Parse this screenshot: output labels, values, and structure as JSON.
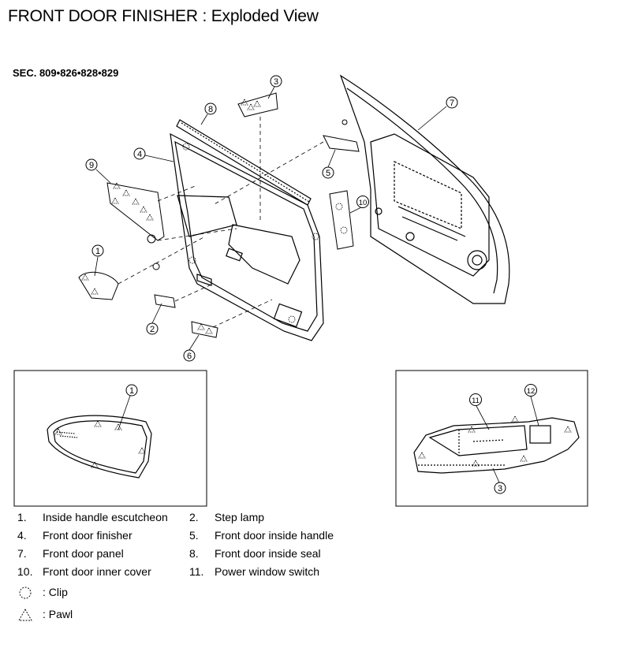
{
  "title": "FRONT DOOR FINISHER : Exploded View",
  "section_label": "SEC. 809•826•828•829",
  "callouts": [
    "1",
    "2",
    "3",
    "4",
    "5",
    "6",
    "7",
    "8",
    "9",
    "10",
    "11",
    "12"
  ],
  "inset_left_callouts": [
    "1"
  ],
  "inset_right_callouts": [
    "11",
    "12",
    "3"
  ],
  "legend": [
    {
      "num": "1.",
      "text": "Inside handle escutcheon"
    },
    {
      "num": "2.",
      "text": "Step lamp"
    },
    {
      "num": "4.",
      "text": "Front door finisher"
    },
    {
      "num": "5.",
      "text": "Front door inside handle"
    },
    {
      "num": "7.",
      "text": "Front door panel"
    },
    {
      "num": "8.",
      "text": "Front door inside seal"
    },
    {
      "num": "10.",
      "text": "Front door inner cover"
    },
    {
      "num": "11.",
      "text": "Power window switch"
    }
  ],
  "symbols": [
    {
      "icon": "clip-symbol-icon",
      "text": ": Clip"
    },
    {
      "icon": "pawl-symbol-icon",
      "text": ": Pawl"
    }
  ]
}
